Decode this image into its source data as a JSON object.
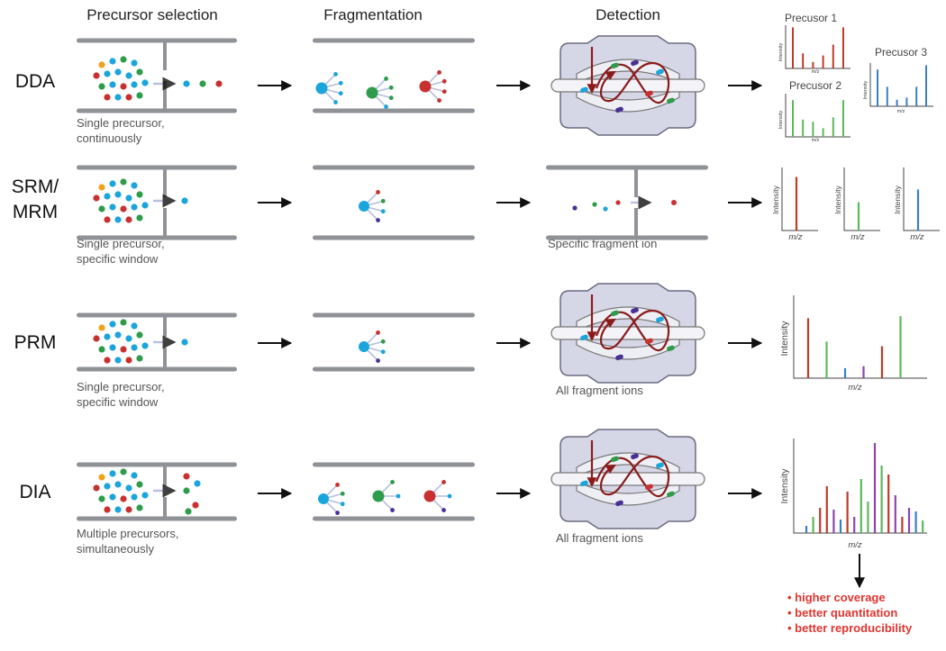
{
  "headers": {
    "precursor_selection": "Precursor selection",
    "fragmentation": "Fragmentation",
    "detection": "Detection"
  },
  "rows": [
    {
      "label_lines": [
        "DDA"
      ],
      "caption_lines": [
        "Single precursor,",
        "continuously"
      ],
      "detection_caption": ""
    },
    {
      "label_lines": [
        "SRM/",
        "MRM"
      ],
      "caption_lines": [
        "Single precursor,",
        "specific window"
      ],
      "detection_caption": "Specific fragment ion"
    },
    {
      "label_lines": [
        "PRM"
      ],
      "caption_lines": [
        "Single precursor,",
        "specific window"
      ],
      "detection_caption": "All fragment ions"
    },
    {
      "label_lines": [
        "DIA"
      ],
      "caption_lines": [
        "Multiple precursors,",
        "simultaneously"
      ],
      "detection_caption": "All fragment ions"
    }
  ],
  "spectra": {
    "dda": [
      {
        "title": "Precusor 1",
        "ylabel": "Intensity",
        "xlabel": "m/z",
        "color": "#c0392b",
        "peaks": [
          0.95,
          0.35,
          0.15,
          0.3,
          0.55,
          0.95
        ]
      },
      {
        "title": "Precusor 2",
        "ylabel": "Intensity",
        "xlabel": "m/z",
        "color": "#5cb85c",
        "peaks": [
          0.85,
          0.4,
          0.35,
          0.2,
          0.45,
          0.85
        ]
      },
      {
        "title": "Precusor 3",
        "ylabel": "Intensity",
        "xlabel": "m/z",
        "color": "#3a7fc4",
        "peaks": [
          0.85,
          0.45,
          0.15,
          0.2,
          0.45,
          0.95
        ]
      }
    ],
    "mrm": [
      {
        "ylabel": "Intensity",
        "xlabel": "m/z",
        "color": "#c0392b",
        "peak": 0.85
      },
      {
        "ylabel": "Intensity",
        "xlabel": "m/z",
        "color": "#5cb85c",
        "peak": 0.45
      },
      {
        "ylabel": "Intensity",
        "xlabel": "m/z",
        "color": "#3a7fc4",
        "peak": 0.65
      }
    ],
    "prm": {
      "ylabel": "Intensity",
      "xlabel": "m/z",
      "peaks": [
        {
          "v": 0.9,
          "c": "#c0392b"
        },
        {
          "v": 0.55,
          "c": "#5cb85c"
        },
        {
          "v": 0.15,
          "c": "#3a7fc4"
        },
        {
          "v": 0.18,
          "c": "#8e44ad"
        },
        {
          "v": 0.48,
          "c": "#c0392b"
        },
        {
          "v": 0.93,
          "c": "#5cb85c"
        }
      ]
    },
    "dia": {
      "ylabel": "Intensity",
      "xlabel": "m/z",
      "peaks": [
        {
          "v": 0.08,
          "c": "#3a7fc4"
        },
        {
          "v": 0.18,
          "c": "#5cb85c"
        },
        {
          "v": 0.28,
          "c": "#c0392b"
        },
        {
          "v": 0.52,
          "c": "#c0392b"
        },
        {
          "v": 0.26,
          "c": "#8e44ad"
        },
        {
          "v": 0.15,
          "c": "#3a7fc4"
        },
        {
          "v": 0.46,
          "c": "#c0392b"
        },
        {
          "v": 0.18,
          "c": "#8e44ad"
        },
        {
          "v": 0.6,
          "c": "#5cb85c"
        },
        {
          "v": 0.35,
          "c": "#5cb85c"
        },
        {
          "v": 1.0,
          "c": "#8e44ad"
        },
        {
          "v": 0.75,
          "c": "#5cb85c"
        },
        {
          "v": 0.65,
          "c": "#c0392b"
        },
        {
          "v": 0.42,
          "c": "#8e44ad"
        },
        {
          "v": 0.18,
          "c": "#c0392b"
        },
        {
          "v": 0.28,
          "c": "#8e44ad"
        },
        {
          "v": 0.24,
          "c": "#3a7fc4"
        },
        {
          "v": 0.14,
          "c": "#5cb85c"
        }
      ]
    }
  },
  "advantages": [
    "• higher coverage",
    "• better quantitation",
    "• better reproducibility"
  ],
  "colors": {
    "blue": "#1aa5dc",
    "green": "#2e9c4a",
    "red": "#c93131",
    "orange": "#f0a21d",
    "purple": "#4b2f96",
    "tube": "#8f9297",
    "chamber": "#d6d7e6",
    "trajectory": "#8b1b1b",
    "advantage": "#e0342f"
  }
}
